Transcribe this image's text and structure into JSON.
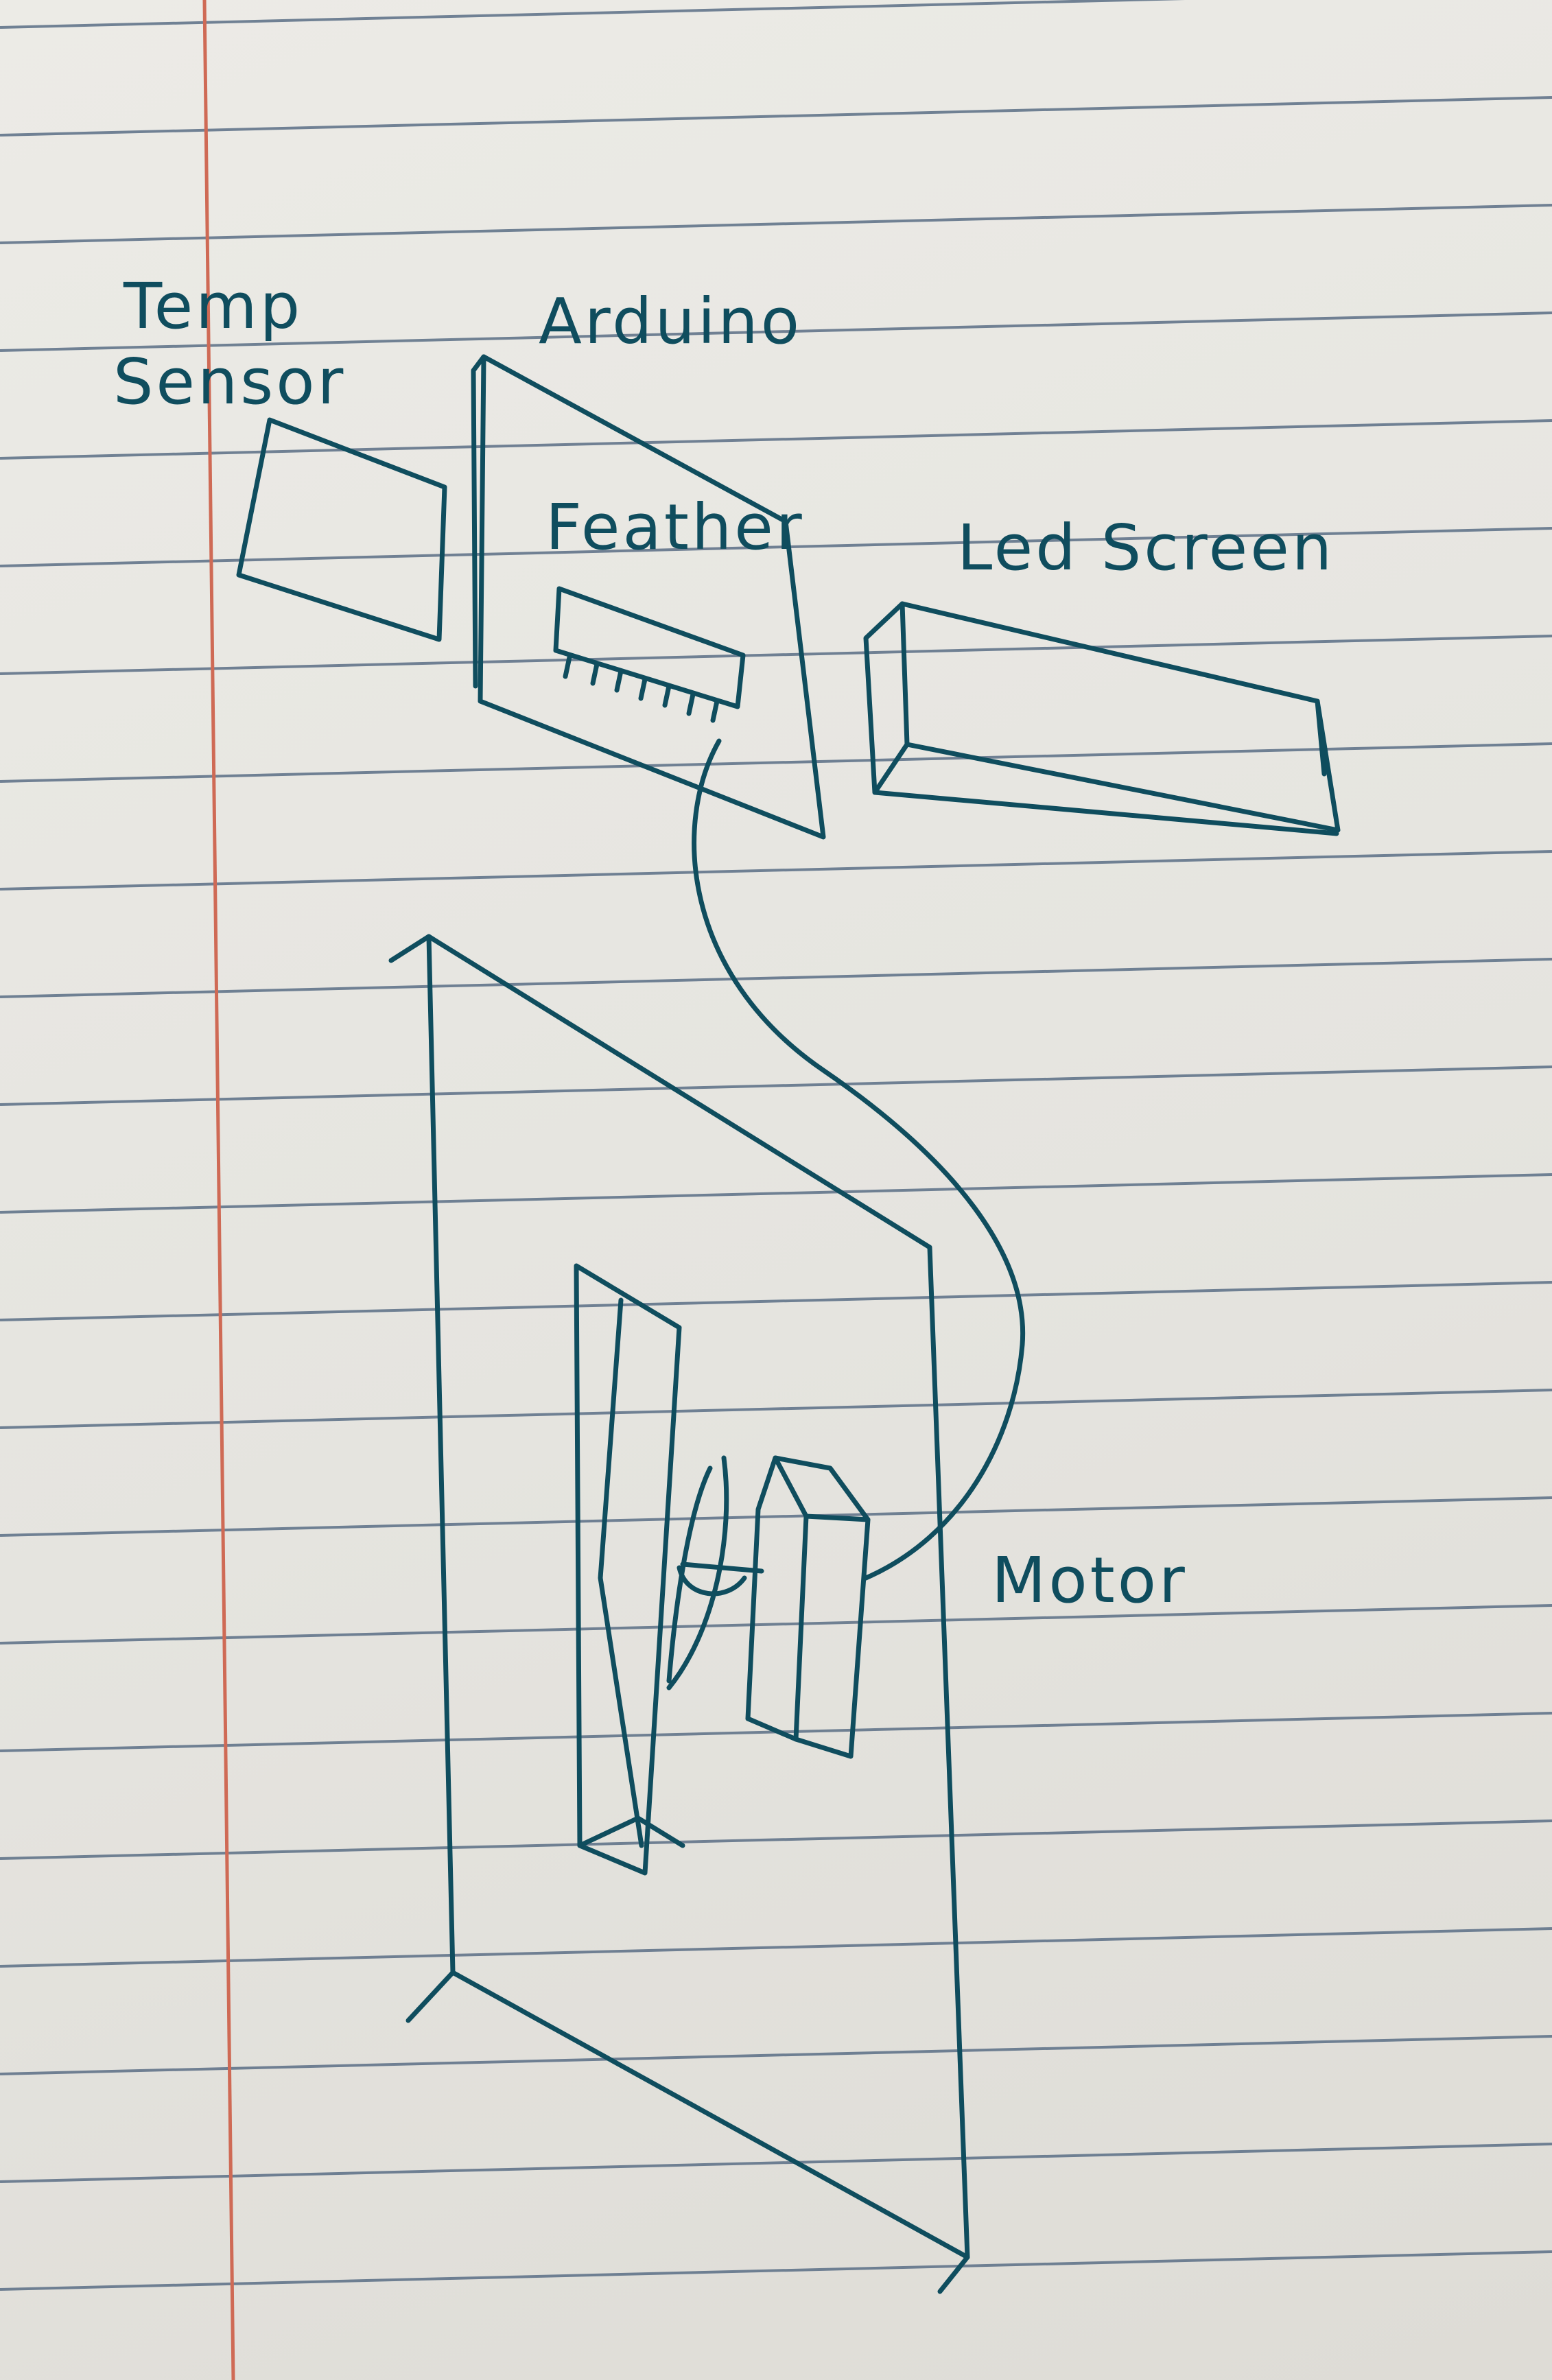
{
  "labels": {
    "temp_sensor_line1": "Temp",
    "temp_sensor_line2": "Sensor",
    "arduino": "Arduino",
    "feather": "Feather",
    "led_screen": "Led Screen",
    "motor": "Motor"
  },
  "colors": {
    "ink": "#0f4d5e",
    "paper": "#e8e7e2",
    "ruled_lines": "#5b6f86",
    "margin_line": "#cf6a55"
  }
}
